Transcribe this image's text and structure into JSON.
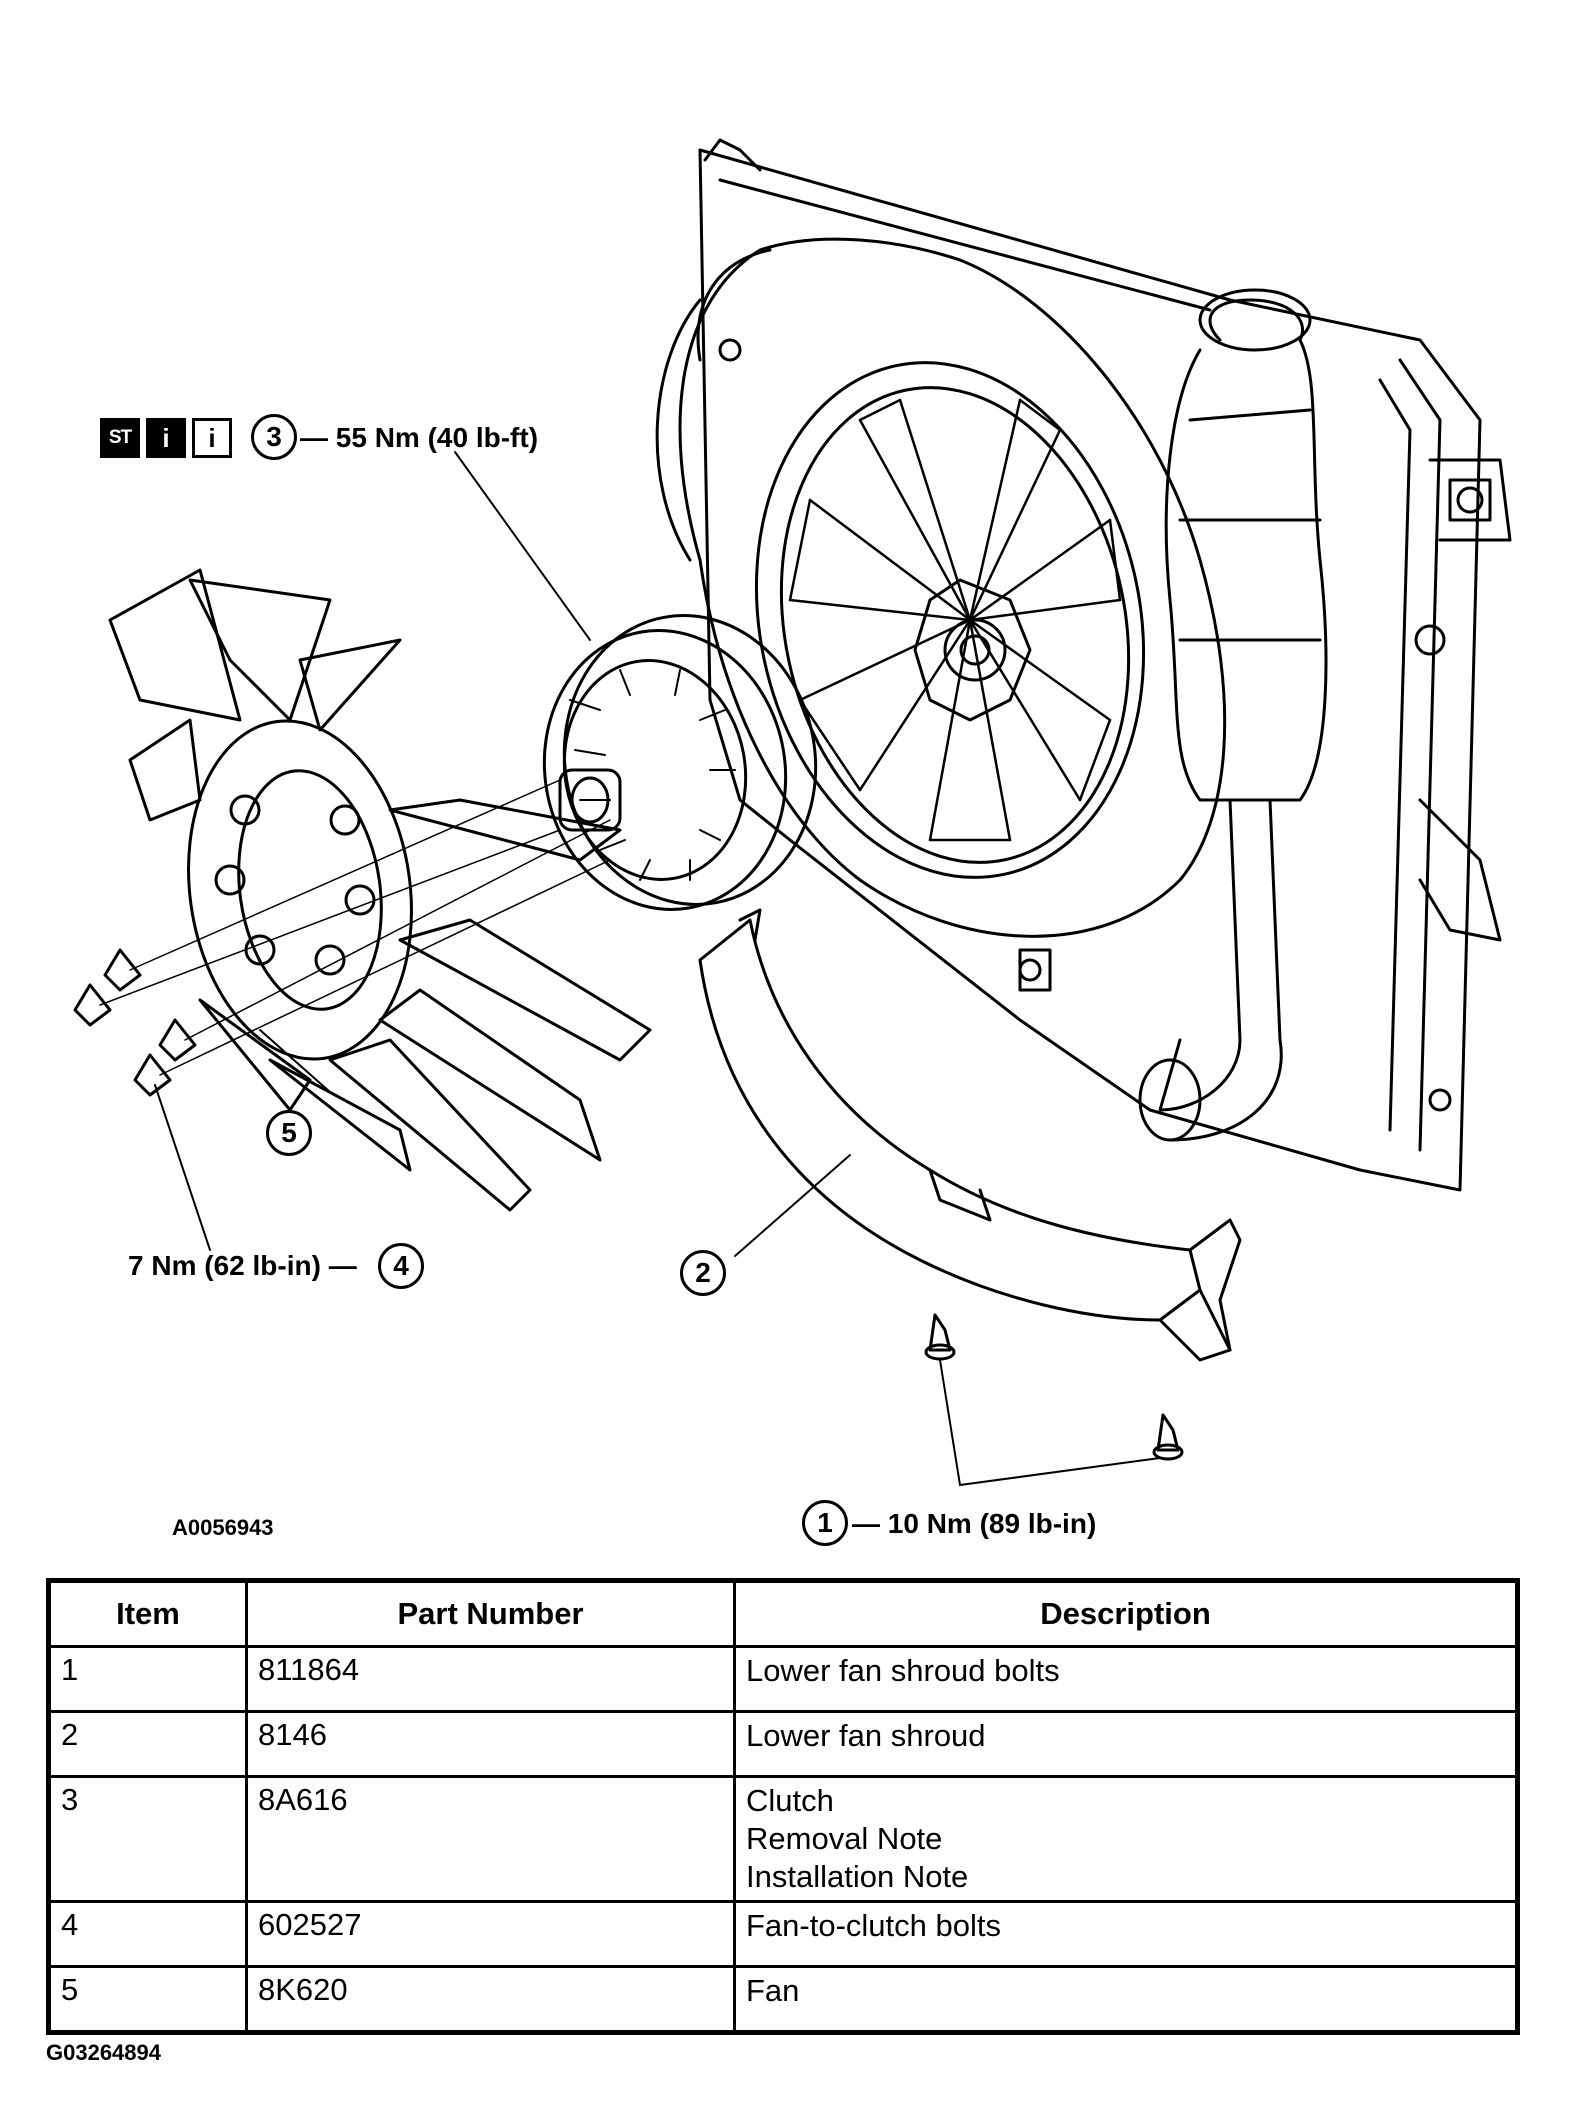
{
  "diagram": {
    "figure_id": "A0056943",
    "icons": [
      "ST",
      "i",
      "i"
    ],
    "callouts": [
      {
        "item": "3",
        "spec": "55 Nm (40 lb-ft)"
      },
      {
        "item": "4",
        "spec": "7 Nm (62 lb-in)"
      },
      {
        "item": "1",
        "spec": "10 Nm (89 lb-in)"
      },
      {
        "item": "5",
        "spec": ""
      },
      {
        "item": "2",
        "spec": ""
      }
    ]
  },
  "table": {
    "headers": [
      "Item",
      "Part Number",
      "Description"
    ],
    "rows": [
      {
        "item": "1",
        "part": "811864",
        "desc": [
          "Lower fan shroud bolts"
        ]
      },
      {
        "item": "2",
        "part": "8146",
        "desc": [
          "Lower fan shroud"
        ]
      },
      {
        "item": "3",
        "part": "8A616",
        "desc": [
          "Clutch",
          "Removal Note",
          "Installation Note"
        ]
      },
      {
        "item": "4",
        "part": "602527",
        "desc": [
          "Fan-to-clutch bolts"
        ]
      },
      {
        "item": "5",
        "part": "8K620",
        "desc": [
          "Fan"
        ]
      }
    ]
  },
  "footer_id": "G03264894"
}
